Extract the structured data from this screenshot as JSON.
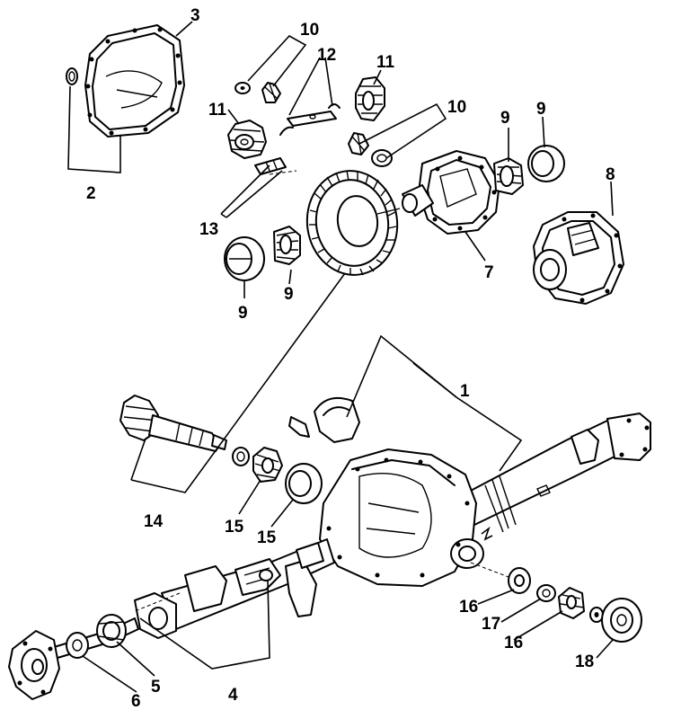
{
  "callouts": {
    "c1": "1",
    "c2": "2",
    "c3": "3",
    "c4": "4",
    "c5": "5",
    "c6": "6",
    "c7": "7",
    "c8": "8",
    "c9a": "9",
    "c9b": "9",
    "c9c": "9",
    "c9d": "9",
    "c10a": "10",
    "c10b": "10",
    "c11a": "11",
    "c11b": "11",
    "c12": "12",
    "c13": "13",
    "c14": "14",
    "c15a": "15",
    "c15b": "15",
    "c16a": "16",
    "c16b": "16",
    "c17": "17",
    "c18": "18"
  }
}
